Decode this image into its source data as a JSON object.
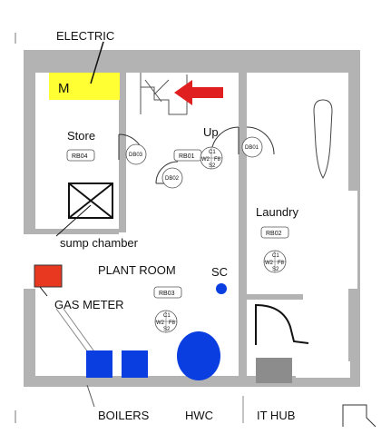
{
  "labels": {
    "electric": "ELECTRIC",
    "meter_m": "M",
    "store": "Store",
    "up": "Up",
    "laundry": "Laundry",
    "sump_chamber": "sump chamber",
    "plant_room": "PLANT ROOM",
    "sc": "SC",
    "gas_meter": "GAS METER",
    "boilers": "BOILERS",
    "hwc": "HWC",
    "it_hub": "IT HUB"
  },
  "room_tags": {
    "store": "RB04",
    "hall": "RB01",
    "laundry": "RB02",
    "plant": "RB03"
  },
  "door_tags": {
    "db03": "DB03",
    "db02": "DB02",
    "db01": "DB01"
  },
  "detector_codes": [
    "C1",
    "W2",
    "F8",
    "S2"
  ],
  "colors": {
    "wall": "#b3b3b3",
    "floor": "#ffffff",
    "meter_panel": "#ffff33",
    "arrow": "#e02020",
    "gas_meter": "#e83820",
    "boiler": "#0a3ee0",
    "hwc": "#0a3ee0",
    "sc": "#0a3ee0",
    "it_hub_box": "#8c8c8c"
  }
}
